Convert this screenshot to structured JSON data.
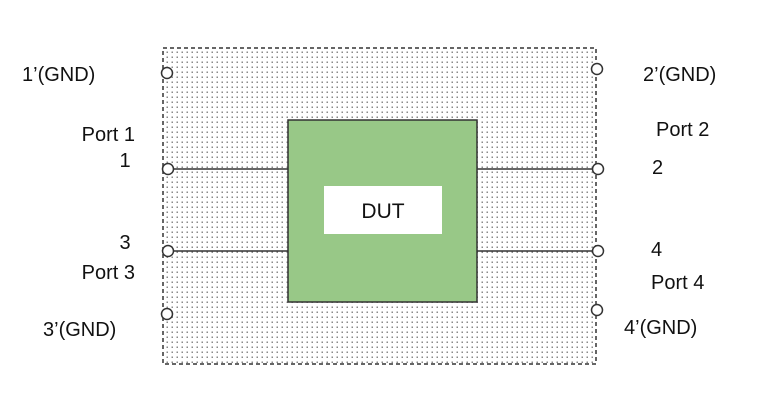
{
  "diagram": {
    "dut_label": "DUT",
    "ports": {
      "p1": {
        "name": "Port 1",
        "terminal": "1",
        "ground": "1’(GND)"
      },
      "p2": {
        "name": "Port 2",
        "terminal": "2",
        "ground": "2’(GND)"
      },
      "p3": {
        "name": "Port 3",
        "terminal": "3",
        "ground": "3’(GND)"
      },
      "p4": {
        "name": "Port 4",
        "terminal": "4",
        "ground": "4’(GND)"
      }
    },
    "colors": {
      "dut_fill": "#98c887",
      "dut_label_fill": "#ffffff",
      "fixture_border": "#333333",
      "fixture_dots": "#8a8a8a",
      "line": "#333333"
    }
  }
}
